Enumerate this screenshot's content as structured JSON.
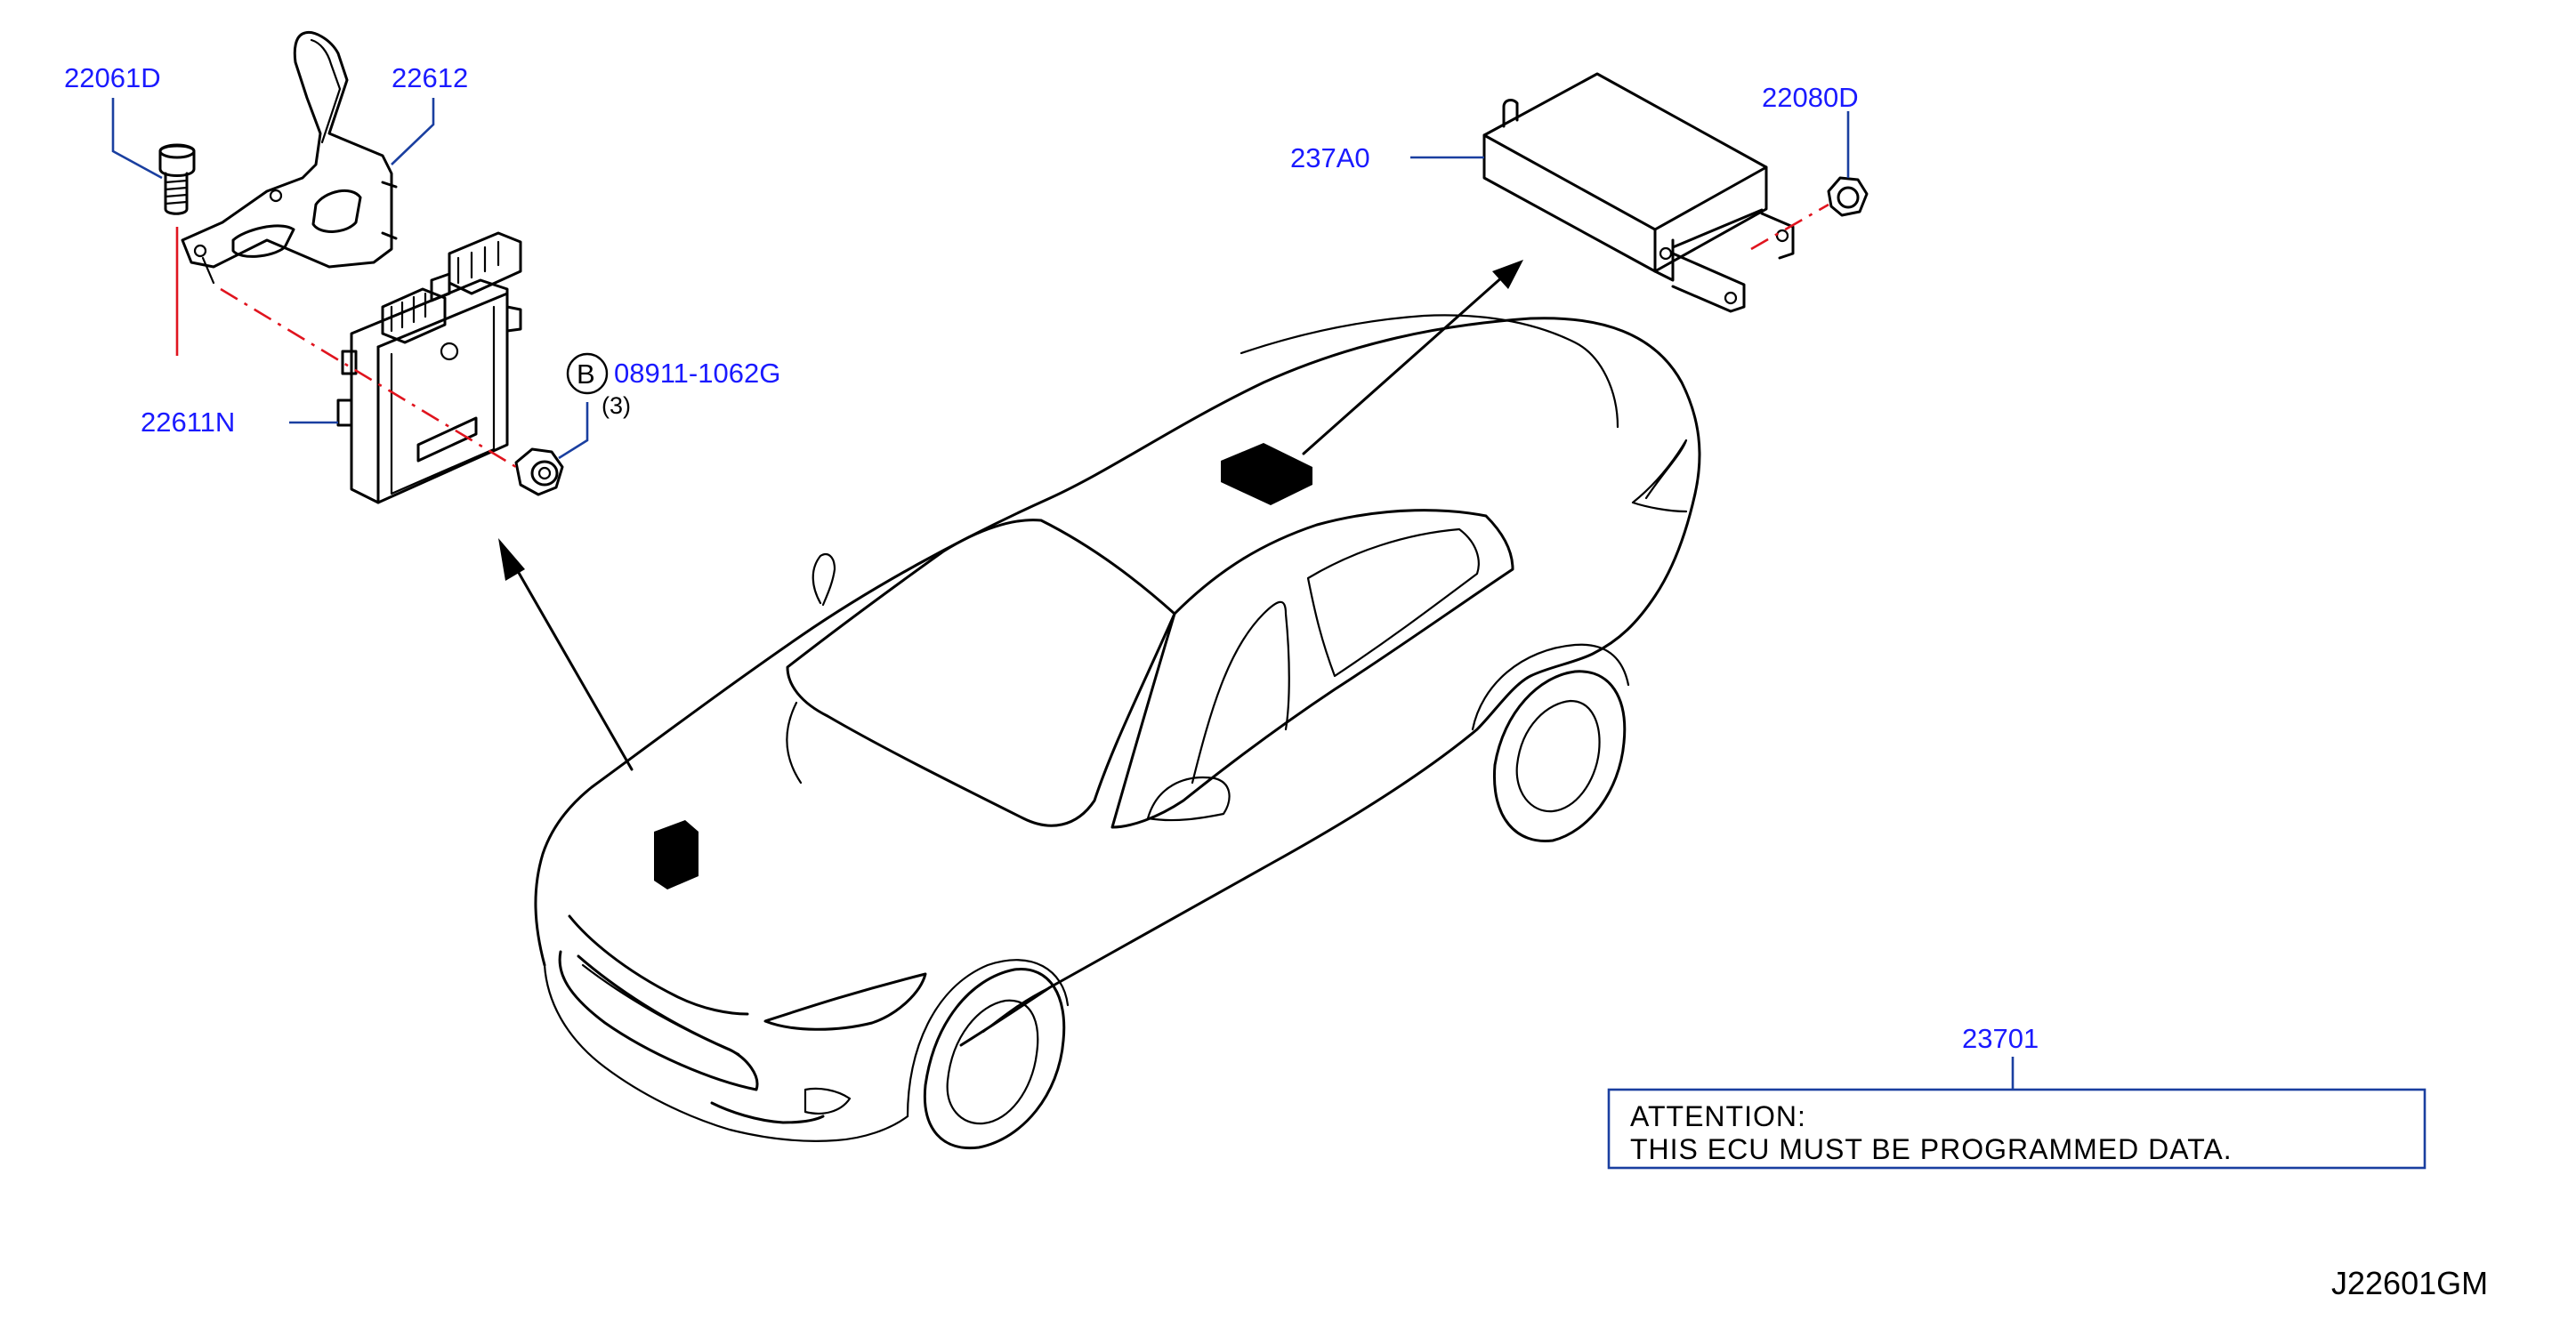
{
  "colors": {
    "line": "#000000",
    "label": "#1a1aff",
    "leader": "#1a3fa0",
    "dash": "#e0141e"
  },
  "parts": {
    "p22061D": "22061D",
    "p22612": "22612",
    "p22611N": "22611N",
    "p08911": "08911-1062G",
    "p08911_badge": "B",
    "p08911_qty": "(3)",
    "p237A0": "237A0",
    "p22080D": "22080D",
    "p23701": "23701"
  },
  "notice": {
    "line1": "ATTENTION:",
    "line2": "THIS  ECU  MUST  BE  PROGRAMMED  DATA."
  },
  "diagram_code": "J22601GM",
  "icons": [
    "bolt-icon",
    "nut-icon",
    "bracket-icon",
    "ecu-module-icon",
    "control-unit-icon",
    "car-outline-icon",
    "arrow-icon"
  ]
}
